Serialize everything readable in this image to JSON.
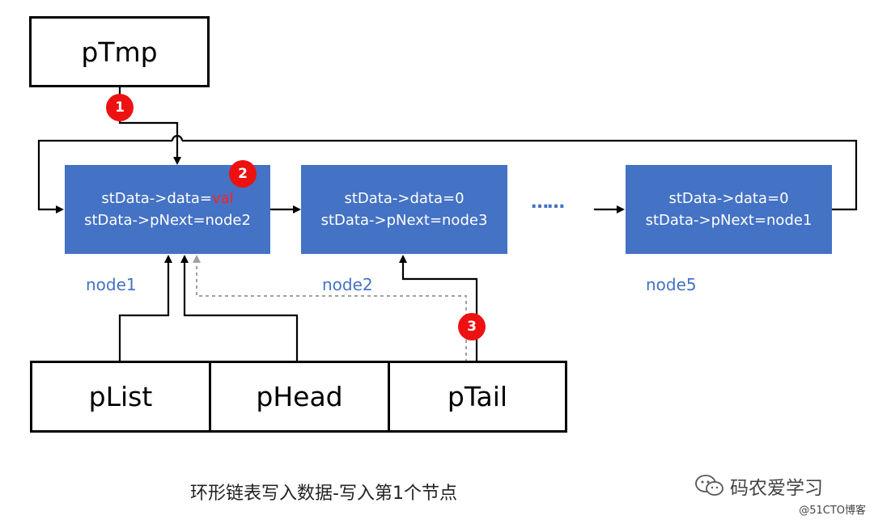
{
  "pointers": {
    "ptmp": "pTmp",
    "plist": "pList",
    "phead": "pHead",
    "ptail": "pTail"
  },
  "nodes": [
    {
      "name": "node1",
      "data_prefix": "stData->data=",
      "data_value": "val",
      "next": "stData->pNext=node2"
    },
    {
      "name": "node2",
      "data_line": "stData->data=0",
      "next": "stData->pNext=node3"
    },
    {
      "name": "node5",
      "data_line": "stData->data=0",
      "next": "stData->pNext=node1"
    }
  ],
  "ellipsis": "……",
  "markers": [
    "1",
    "2",
    "3"
  ],
  "caption": "环形链表写入数据-写入第1个节点",
  "watermark": "码农爱学习",
  "source": "@51CTO博客",
  "colors": {
    "node": "#4472c4",
    "marker": "#ee1111",
    "val": "#ff2020",
    "dashed": "#a0a0a0"
  }
}
